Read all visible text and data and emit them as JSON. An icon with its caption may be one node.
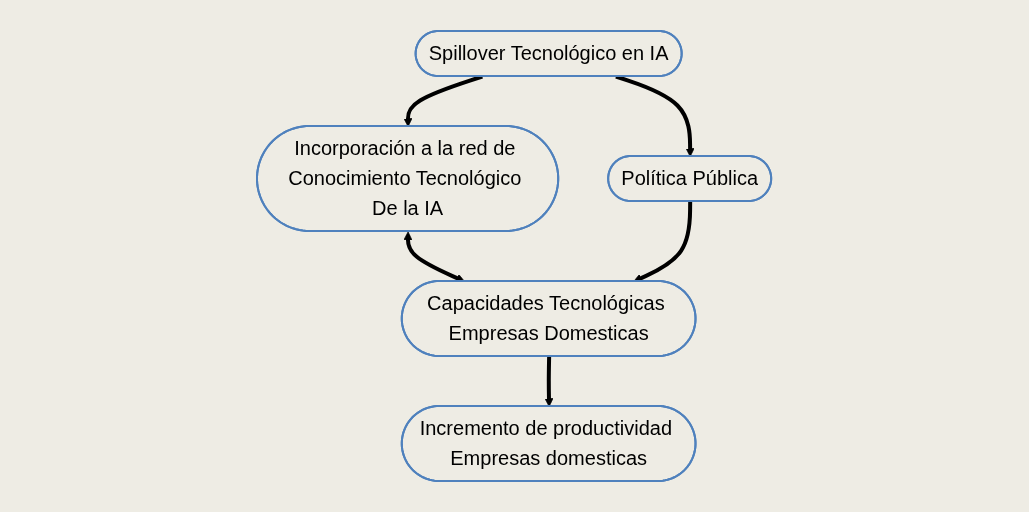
{
  "diagram": {
    "nodes": [
      {
        "text": [
          "Spillover Tecnológico en IA"
        ]
      },
      {
        "text": [
          "Incorporación a la red de Conocimiento Tecnológico De la IA"
        ]
      },
      {
        "text": [
          "Política Pública"
        ]
      },
      {
        "text": [
          "Capacidades Tecnológicas Empresas Domesticas"
        ]
      },
      {
        "text": [
          "Incremento de productividad Empresas domesticas"
        ]
      }
    ],
    "edges": [
      {
        "from": 0,
        "to": 1,
        "arrow": "to"
      },
      {
        "from": 0,
        "to": 2,
        "arrow": "to"
      },
      {
        "from": 1,
        "to": 3,
        "arrow": "both"
      },
      {
        "from": 2,
        "to": 3,
        "arrow": "to"
      },
      {
        "from": 3,
        "to": 4,
        "arrow": "to"
      }
    ]
  }
}
